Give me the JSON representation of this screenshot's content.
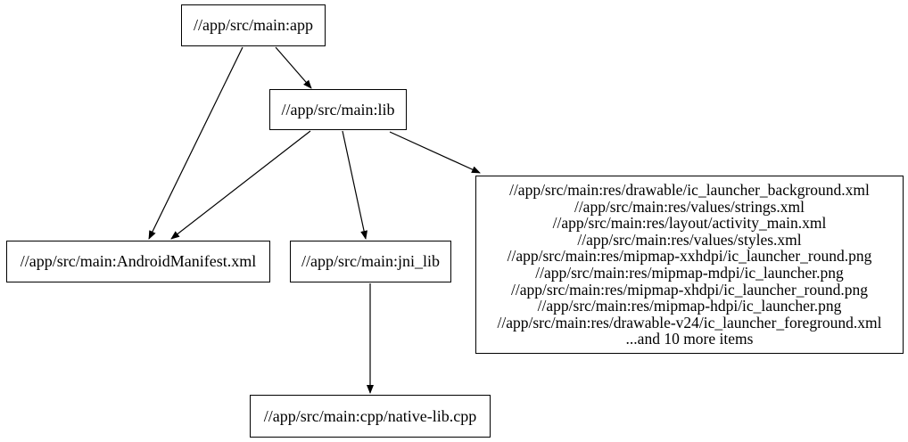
{
  "diagram": {
    "background_color": "#ffffff",
    "node_fill_color": "#ffffff",
    "node_border_color": "#000000",
    "edge_color": "#000000",
    "type": "dependency-graph"
  },
  "nodes": {
    "app": {
      "label": "//app/src/main:app"
    },
    "lib": {
      "label": "//app/src/main:lib"
    },
    "manifest": {
      "label": "//app/src/main:AndroidManifest.xml"
    },
    "jni_lib": {
      "label": "//app/src/main:jni_lib"
    },
    "resources": {
      "lines": [
        "//app/src/main:res/drawable/ic_launcher_background.xml",
        "//app/src/main:res/values/strings.xml",
        "//app/src/main:res/layout/activity_main.xml",
        "//app/src/main:res/values/styles.xml",
        "//app/src/main:res/mipmap-xxhdpi/ic_launcher_round.png",
        "//app/src/main:res/mipmap-mdpi/ic_launcher.png",
        "//app/src/main:res/mipmap-xhdpi/ic_launcher_round.png",
        "//app/src/main:res/mipmap-hdpi/ic_launcher.png",
        "//app/src/main:res/drawable-v24/ic_launcher_foreground.xml",
        "...and 10 more items"
      ]
    },
    "cpp": {
      "label": "//app/src/main:cpp/native-lib.cpp"
    }
  },
  "edges": [
    {
      "from": "app",
      "to": "manifest"
    },
    {
      "from": "app",
      "to": "lib"
    },
    {
      "from": "lib",
      "to": "manifest"
    },
    {
      "from": "lib",
      "to": "jni_lib"
    },
    {
      "from": "lib",
      "to": "resources"
    },
    {
      "from": "jni_lib",
      "to": "cpp"
    }
  ]
}
